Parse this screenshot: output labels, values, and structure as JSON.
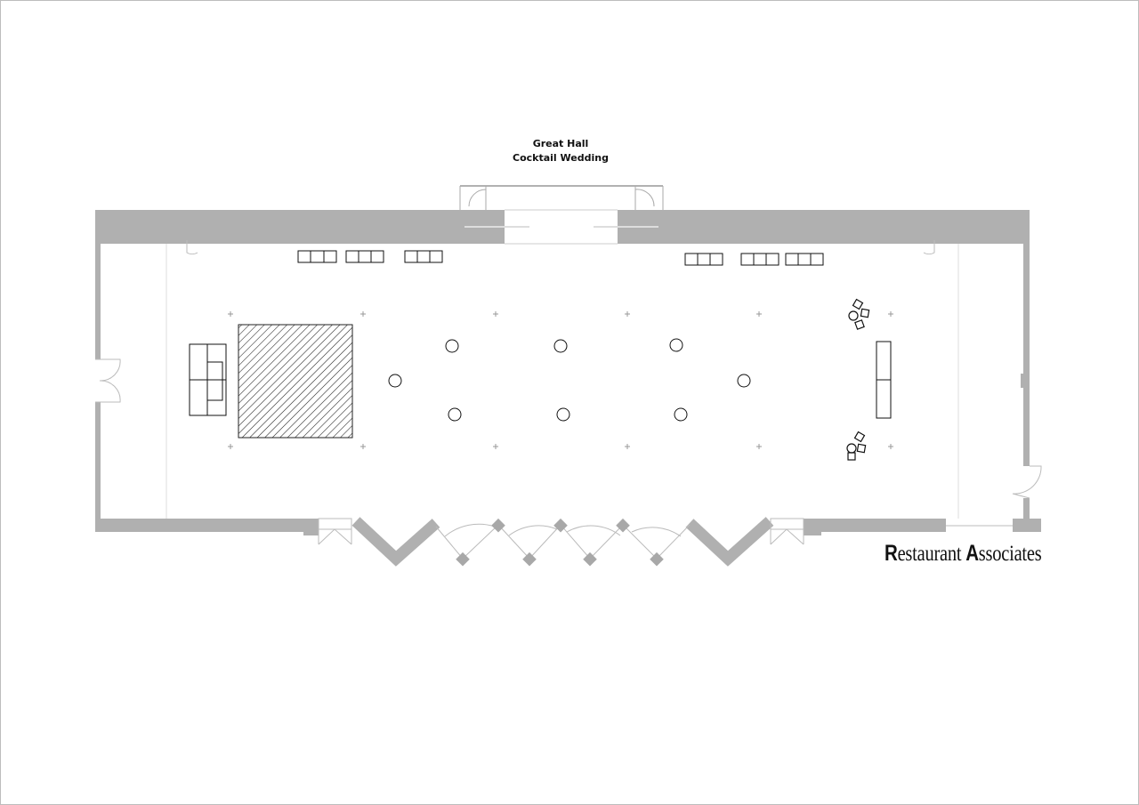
{
  "plan": {
    "title": "Great Hall",
    "subtitle": "Cocktail Wedding"
  },
  "logo": {
    "first_initial": "R",
    "first_rest": "estaurant ",
    "second_initial": "A",
    "second_rest": "ssociates"
  },
  "colors": {
    "wall": "#b0b0b0",
    "furniture": "#111111",
    "thin": "#cccccc"
  }
}
